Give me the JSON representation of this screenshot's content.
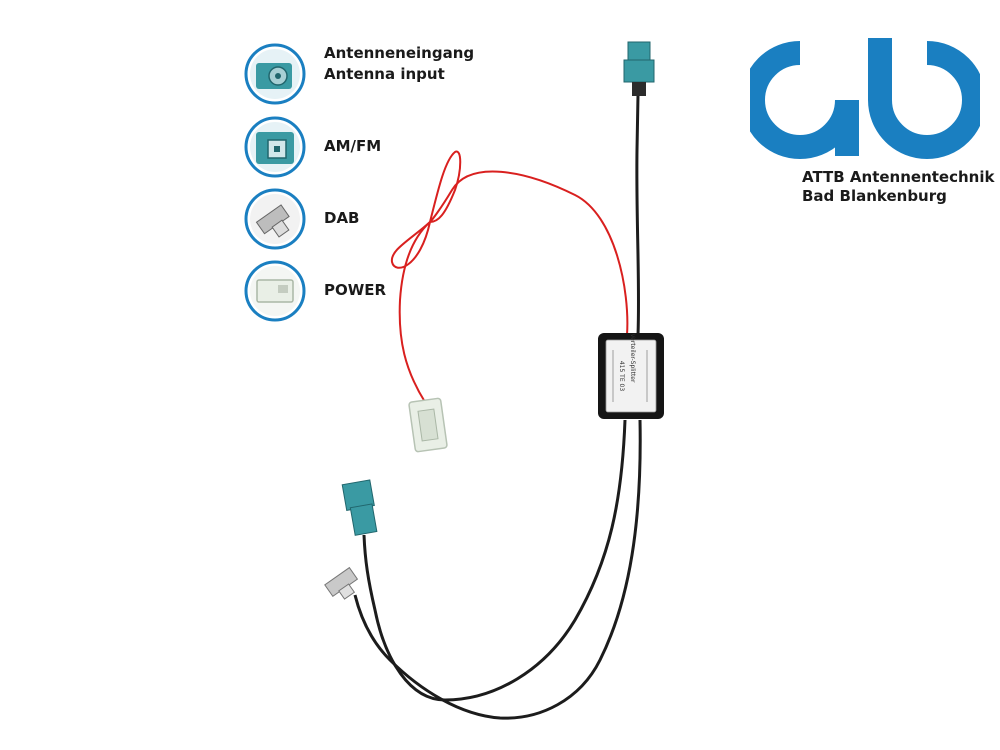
{
  "brand": {
    "logo_lettering": "ab",
    "company_line1": "ATTB Antennentechnik",
    "company_line2": "Bad Blankenburg",
    "color": "#1a7fc1"
  },
  "legend": {
    "antenna": {
      "line1": "Antenneneingang",
      "line2": "Antenna input",
      "icon": "fakra-antenna-input-icon"
    },
    "amfm": {
      "label": "AM/FM",
      "icon": "fakra-amfm-connector-icon"
    },
    "dab": {
      "label": "DAB",
      "icon": "smb-angled-dab-connector-icon"
    },
    "power": {
      "label": "POWER",
      "icon": "power-plug-connector-icon"
    }
  },
  "product": {
    "label_lines": [
      "Verteiler-Splitter",
      "415 TE 03"
    ],
    "colors": {
      "cable": "#1c1c1c",
      "power_wire": "#d9201f",
      "fakra_water_blue": "#3a9aa3",
      "power_plug": "#e9efe6"
    }
  }
}
